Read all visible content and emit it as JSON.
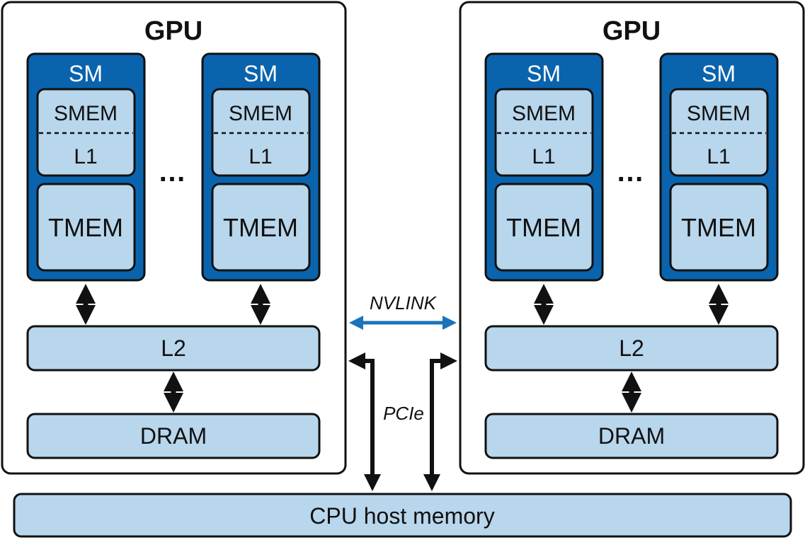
{
  "colors": {
    "sm_fill": "#0a63ad",
    "memory_fill": "#b8d6ec",
    "outline": "#111111",
    "nvlink_arrow": "#1a73bb",
    "background": "#ffffff"
  },
  "gpus": [
    {
      "title": "GPU",
      "sms": [
        {
          "title": "SM",
          "smem": "SMEM",
          "l1": "L1",
          "tmem": "TMEM"
        },
        {
          "title": "SM",
          "smem": "SMEM",
          "l1": "L1",
          "tmem": "TMEM"
        }
      ],
      "ellipsis": "…",
      "l2": "L2",
      "dram": "DRAM"
    },
    {
      "title": "GPU",
      "sms": [
        {
          "title": "SM",
          "smem": "SMEM",
          "l1": "L1",
          "tmem": "TMEM"
        },
        {
          "title": "SM",
          "smem": "SMEM",
          "l1": "L1",
          "tmem": "TMEM"
        }
      ],
      "ellipsis": "…",
      "l2": "L2",
      "dram": "DRAM"
    }
  ],
  "interconnect": {
    "nvlink": "NVLINK",
    "pcie": "PCIe"
  },
  "host": {
    "label": "CPU host memory"
  }
}
